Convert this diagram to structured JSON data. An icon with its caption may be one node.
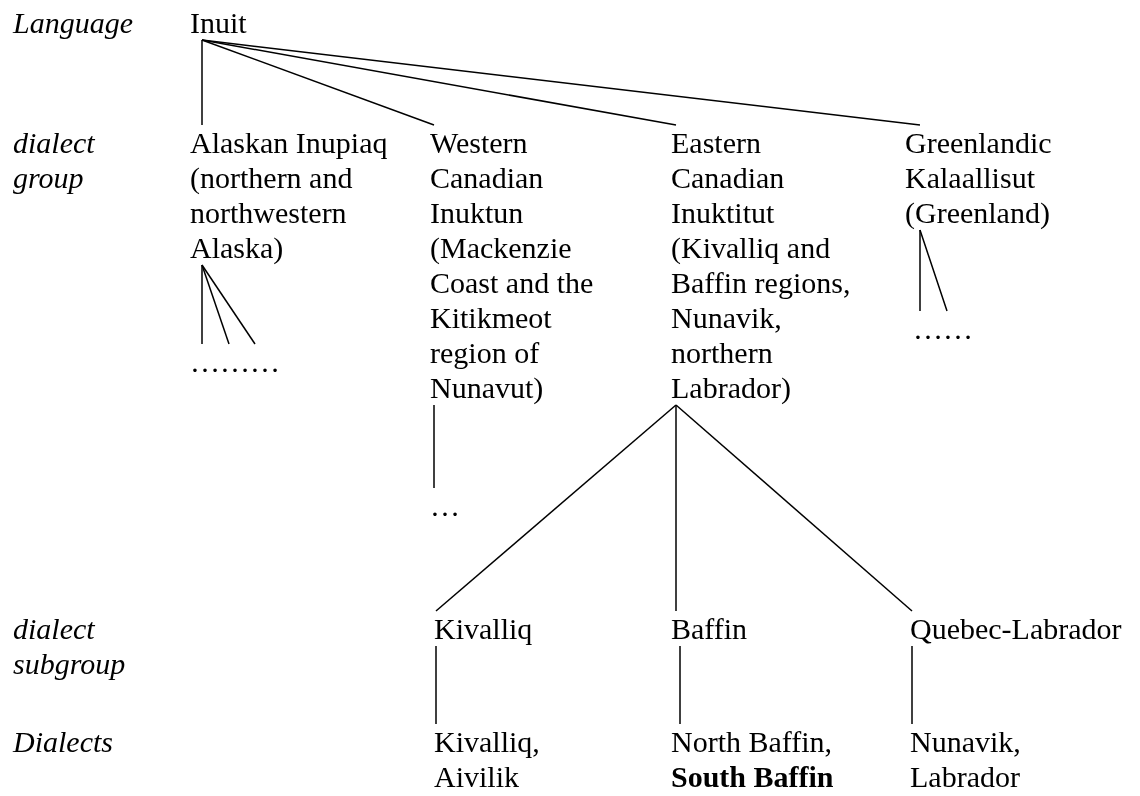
{
  "diagram": {
    "nodes": [
      {
        "text": [
          "Inuit"
        ]
      },
      {
        "text": [
          "Alaskan Inupiaq (northern and northwestern Alaska)"
        ]
      },
      {
        "text": [
          "Western Canadian Inuktun (Mackenzie Coast and the Kitikmeot region of Nunavut)"
        ]
      },
      {
        "text": [
          "Eastern Canadian Inuktitut (Kivalliq and Baffin regions, Nunavik, northern Labrador)"
        ]
      },
      {
        "text": [
          "Greenlandic Kalaallisut (Greenland)"
        ]
      },
      {
        "text": [
          "………"
        ]
      },
      {
        "text": [
          "…"
        ]
      },
      {
        "text": [
          "……"
        ]
      },
      {
        "text": [
          "Kivalliq"
        ]
      },
      {
        "text": [
          "Baffin"
        ]
      },
      {
        "text": [
          "Quebec-Labrador"
        ]
      },
      {
        "text": [
          "Kivalliq, Aivilik"
        ]
      },
      {
        "text": [
          "North Baffin, **South Baffin**"
        ]
      },
      {
        "text": [
          "Nunavik, Labrador"
        ]
      }
    ],
    "edges": [
      {
        "from": 0,
        "to": 1,
        "arrow": "none"
      },
      {
        "from": 0,
        "to": 2,
        "arrow": "none"
      },
      {
        "from": 0,
        "to": 3,
        "arrow": "none"
      },
      {
        "from": 0,
        "to": 4,
        "arrow": "none"
      },
      {
        "from": 1,
        "to": 5,
        "arrow": "none"
      },
      {
        "from": 1,
        "to": 5,
        "arrow": "none"
      },
      {
        "from": 1,
        "to": 5,
        "arrow": "none"
      },
      {
        "from": 2,
        "to": 6,
        "arrow": "none"
      },
      {
        "from": 4,
        "to": 7,
        "arrow": "none"
      },
      {
        "from": 4,
        "to": 7,
        "arrow": "none"
      },
      {
        "from": 3,
        "to": 8,
        "arrow": "none"
      },
      {
        "from": 3,
        "to": 9,
        "arrow": "none"
      },
      {
        "from": 3,
        "to": 10,
        "arrow": "none"
      },
      {
        "from": 8,
        "to": 11,
        "arrow": "none"
      },
      {
        "from": 9,
        "to": 12,
        "arrow": "none"
      },
      {
        "from": 10,
        "to": 13,
        "arrow": "none"
      }
    ],
    "labels": [
      "Language",
      "dialect group",
      "dialect subgroup",
      "Dialects"
    ]
  }
}
